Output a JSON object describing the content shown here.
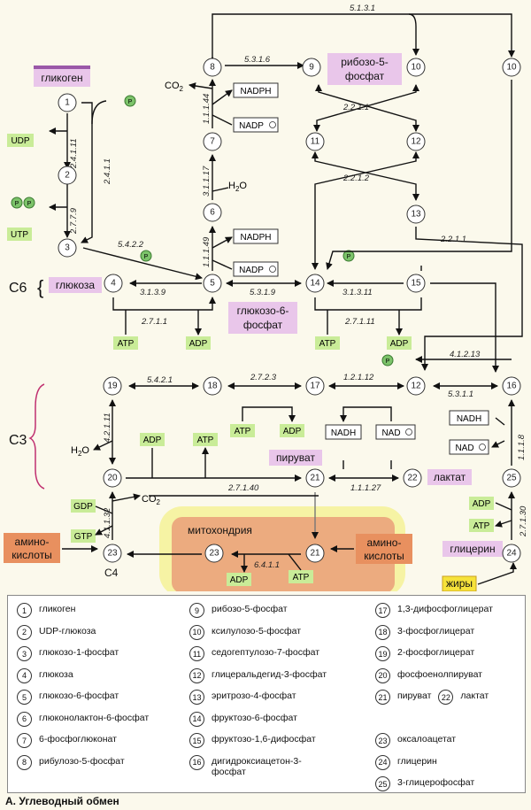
{
  "labels": {
    "glycogen": "гликоген",
    "glucose": "глюкоза",
    "g6p": [
      "глюкозо-6-",
      "фосфат"
    ],
    "r5p": [
      "рибозо-5-",
      "фосфат"
    ],
    "pyruvate": "пируват",
    "lactate": "лактат",
    "mito": "митохондрия",
    "amino_left": [
      "амино-",
      "кислоты"
    ],
    "amino_right": [
      "амино-",
      "кислоты"
    ],
    "glycerol": "глицерин",
    "fats": "жиры",
    "c6": "C6",
    "c3": "C3",
    "c4": "C4",
    "h2o": "H2O",
    "co2": "CO2"
  },
  "cofactors": {
    "udp": "UDP",
    "utp": "UTP",
    "atp": "ATP",
    "adp": "ADP",
    "gdp": "GDP",
    "gtp": "GTP",
    "nadph": "NADPH",
    "nadp": "NADP",
    "nadh": "NADH",
    "nad": "NAD",
    "p": "P"
  },
  "enzymes": {
    "e5131": "5.1.3.1",
    "e5316": "5.3.1.6",
    "e11144": "1.1.1.44",
    "e2211": "2.2.1.1",
    "e2411": "2.4.1.11",
    "e2411b": "2.4.1.1",
    "e3117": "3.1.1.17",
    "e2212": "2.2.1.2",
    "e2779": "2.7.7.9",
    "e5422": "5.4.2.2",
    "e11149": "1.1.1.49",
    "e3139": "3.1.3.9",
    "e5319": "5.3.1.9",
    "e31311": "3.1.3.11",
    "e2711": "2.7.1.1",
    "e27111": "2.7.1.11",
    "e41213": "4.1.2.13",
    "e5421": "5.4.2.1",
    "e2723": "2.7.2.3",
    "e12112": "1.2.1.12",
    "e5311": "5.3.1.1",
    "e42111": "4.2.1.11",
    "e1118": "1.1.1.8",
    "e11127": "1.1.1.27",
    "e27140": "2.7.1.40",
    "e41132": "4.1.1.32",
    "e6411": "6.4.1.1",
    "e27130": "2.7.1.30"
  },
  "legend": [
    {
      "n": "1",
      "text": "гликоген"
    },
    {
      "n": "2",
      "text": "UDP-глюкоза"
    },
    {
      "n": "3",
      "text": "глюкозо-1-фосфат"
    },
    {
      "n": "4",
      "text": "глюкоза"
    },
    {
      "n": "5",
      "text": "глюкозо-6-фосфат"
    },
    {
      "n": "6",
      "text": "глюконолактон-6-фосфат"
    },
    {
      "n": "7",
      "text": "6-фосфоглюконат"
    },
    {
      "n": "8",
      "text": "рибулозо-5-фосфат"
    },
    {
      "n": "9",
      "text": "рибозо-5-фосфат"
    },
    {
      "n": "10",
      "text": "ксилулозо-5-фосфат"
    },
    {
      "n": "11",
      "text": "седогептулозо-7-фосфат"
    },
    {
      "n": "12",
      "text": "глицеральдегид-3-фосфат"
    },
    {
      "n": "13",
      "text": "эритрозо-4-фосфат"
    },
    {
      "n": "14",
      "text": "фруктозо-6-фосфат"
    },
    {
      "n": "15",
      "text": "фруктозо-1,6-дифосфат"
    },
    {
      "n": "16",
      "text": "дигидроксиацетон-3-\nфосфат"
    },
    {
      "n": "17",
      "text": "1,3-дифосфоглицерат"
    },
    {
      "n": "18",
      "text": "3-фосфоглицерат"
    },
    {
      "n": "19",
      "text": "2-фосфоглицерат"
    },
    {
      "n": "20",
      "text": "фосфоенолпируват"
    },
    {
      "n": "21",
      "text": "пируват"
    },
    {
      "n": "22",
      "text": "лактат"
    },
    {
      "n": "23",
      "text": "оксалоацетат"
    },
    {
      "n": "24",
      "text": "глицерин"
    },
    {
      "n": "25",
      "text": "3-глицерофосфат"
    }
  ],
  "caption": "А. Углеводный обмен"
}
